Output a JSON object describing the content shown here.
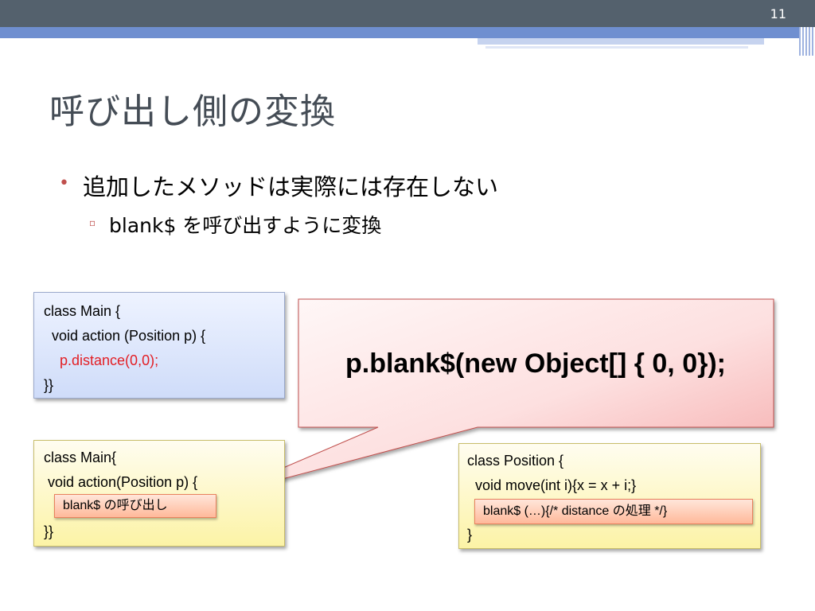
{
  "slide": {
    "number": "11",
    "title": "呼び出し側の変換"
  },
  "bullets": {
    "level1": "追加したメソッドは実際には存在しない",
    "level2": "blank$ を呼び出すように変換",
    "level1_marker": "•",
    "level2_marker": "▫"
  },
  "code_main_original": {
    "line1": "class Main {",
    "line2": "  void action (Position p) {",
    "line3": "    p.distance(0,0);",
    "line4": "}}"
  },
  "code_main_converted": {
    "line1": "class Main{",
    "line2": " void action(Position p) {",
    "line3_chip": "blank$ の呼び出し",
    "line4": "}}"
  },
  "code_position": {
    "line1": "class Position {",
    "line2": "  void move(int i){x = x + i;}",
    "line3_chip": "blank$ (…){/* distance の処理 */}",
    "line4": "}"
  },
  "callout": {
    "text": "p.blank$(new Object[] { 0, 0});"
  },
  "colors": {
    "topbar": "#54616d",
    "accent_stripe": "#6f8fd0",
    "title_text": "#444c55",
    "bullet_marker": "#c0504d",
    "highlight_red": "#e31e24"
  }
}
